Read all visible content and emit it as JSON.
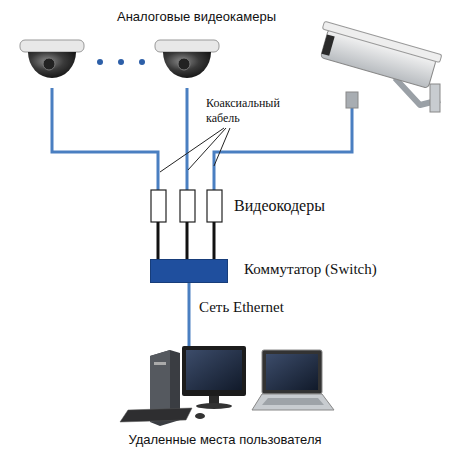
{
  "diagram": {
    "nodes": [
      {
        "text": [
          "Коммутатор (Switch)"
        ]
      },
      {
        "text": [
          "Удаленные места пользователя"
        ]
      }
    ],
    "edges": [
      {
        "from": 0,
        "to": 1,
        "arrow": "none",
        "label": "Сеть Ethernet"
      }
    ],
    "labels": [
      "Аналоговые видеокамеры",
      "Коаксиальный кабель",
      "Видеокодеры"
    ]
  }
}
